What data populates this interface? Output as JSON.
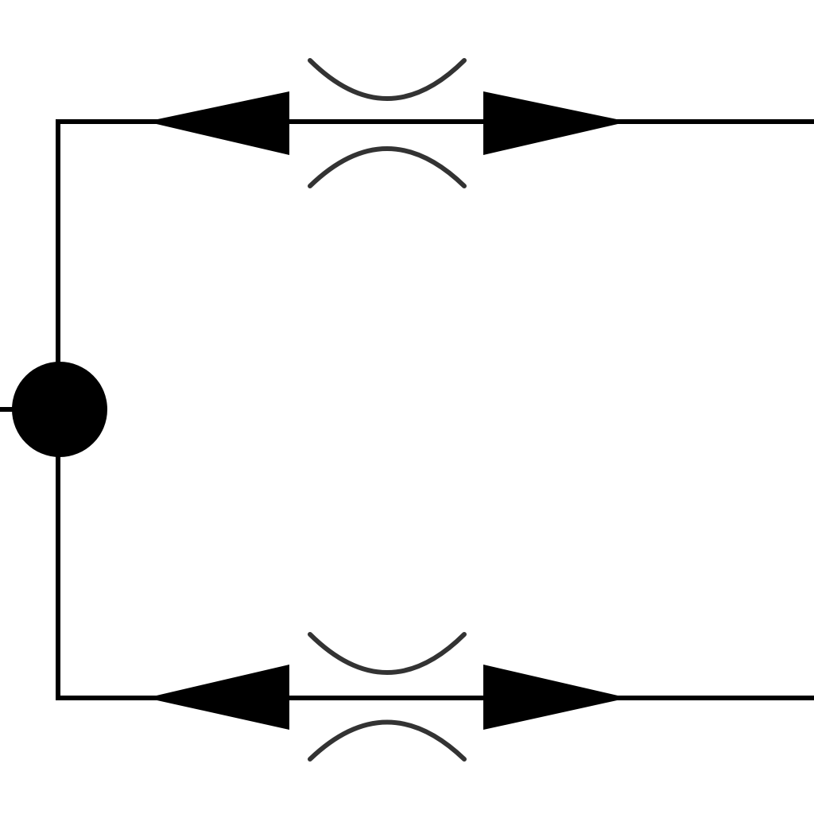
{
  "diagram": {
    "colors": {
      "background": "#ffffff",
      "line": "#000000",
      "arc": "#333333"
    },
    "elements": [
      {
        "kind": "wire",
        "name": "left-vertical-wire"
      },
      {
        "kind": "wire",
        "name": "top-horizontal-wire"
      },
      {
        "kind": "wire",
        "name": "bottom-horizontal-wire"
      },
      {
        "kind": "wire",
        "name": "left-input-lead"
      },
      {
        "kind": "junction",
        "name": "junction-node-icon"
      },
      {
        "kind": "arrowhead",
        "name": "top-left-arrowhead-icon",
        "direction": "left"
      },
      {
        "kind": "arrowhead",
        "name": "top-right-arrowhead-icon",
        "direction": "right"
      },
      {
        "kind": "arrowhead",
        "name": "bottom-left-arrowhead-icon",
        "direction": "left"
      },
      {
        "kind": "arrowhead",
        "name": "bottom-right-arrowhead-icon",
        "direction": "right"
      },
      {
        "kind": "arc",
        "name": "top-upper-arc-icon",
        "curvature": "concave-up"
      },
      {
        "kind": "arc",
        "name": "top-lower-arc-icon",
        "curvature": "concave-down"
      },
      {
        "kind": "arc",
        "name": "bottom-upper-arc-icon",
        "curvature": "concave-up"
      },
      {
        "kind": "arc",
        "name": "bottom-lower-arc-icon",
        "curvature": "concave-down"
      }
    ]
  }
}
